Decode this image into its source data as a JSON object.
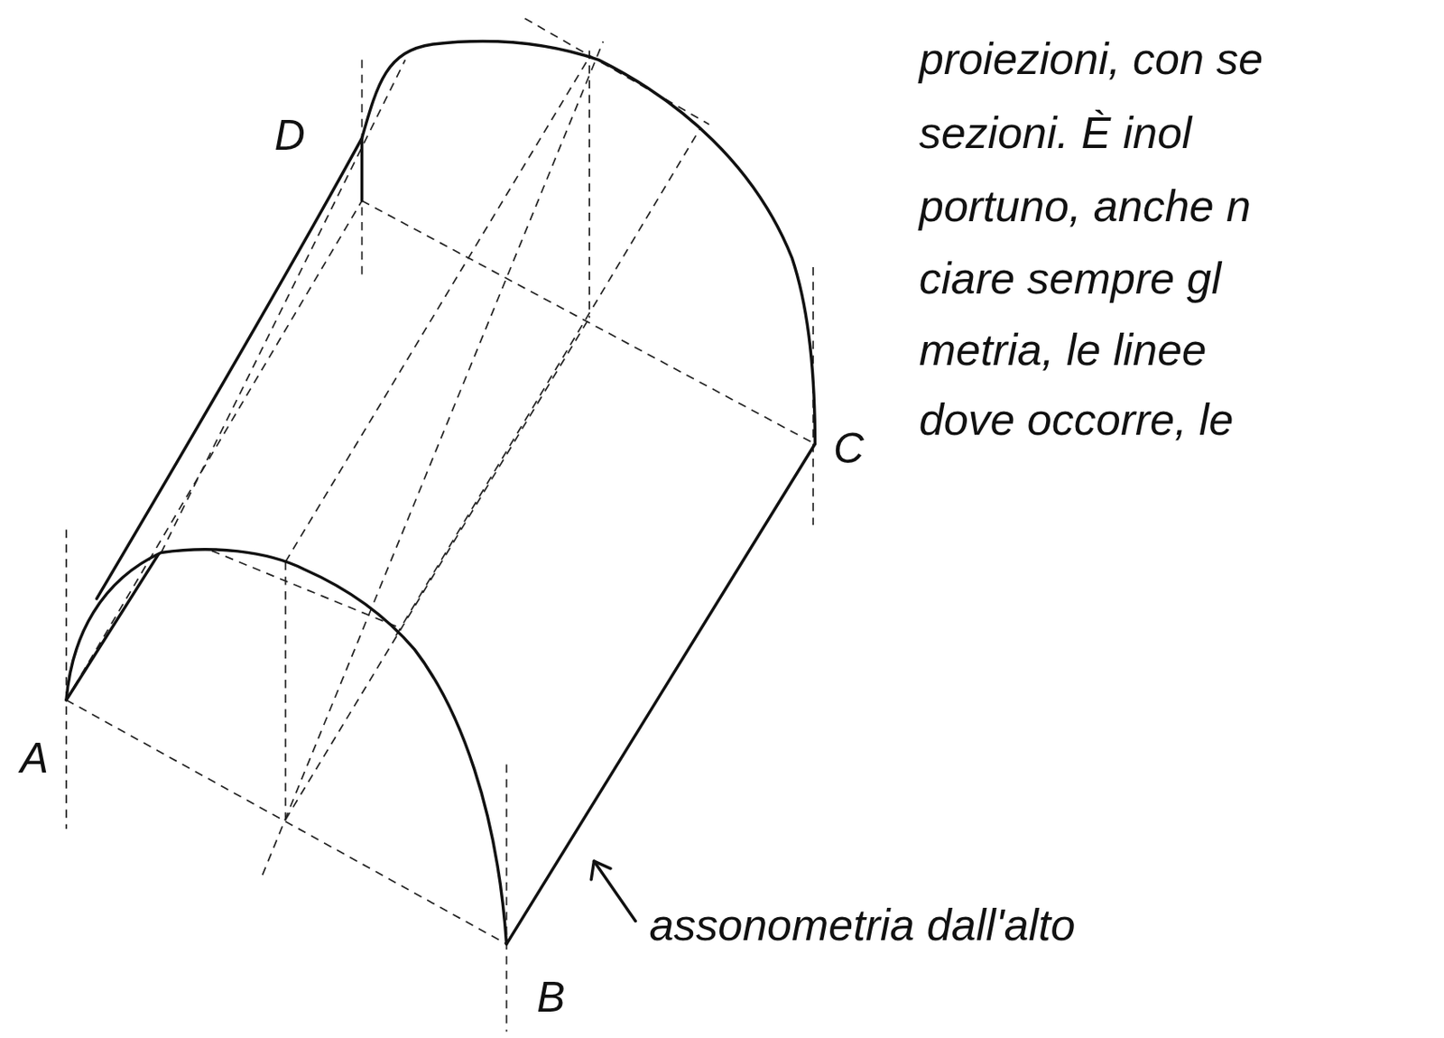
{
  "diagram": {
    "labels": [
      "D",
      "proiezioni, con se",
      "sezioni. È inol",
      "portuno, anche n",
      "C",
      "ciare sempre gl",
      "metria, le linee",
      "dove occorre, le",
      "A",
      "assonometria dall'alto",
      "B"
    ]
  }
}
